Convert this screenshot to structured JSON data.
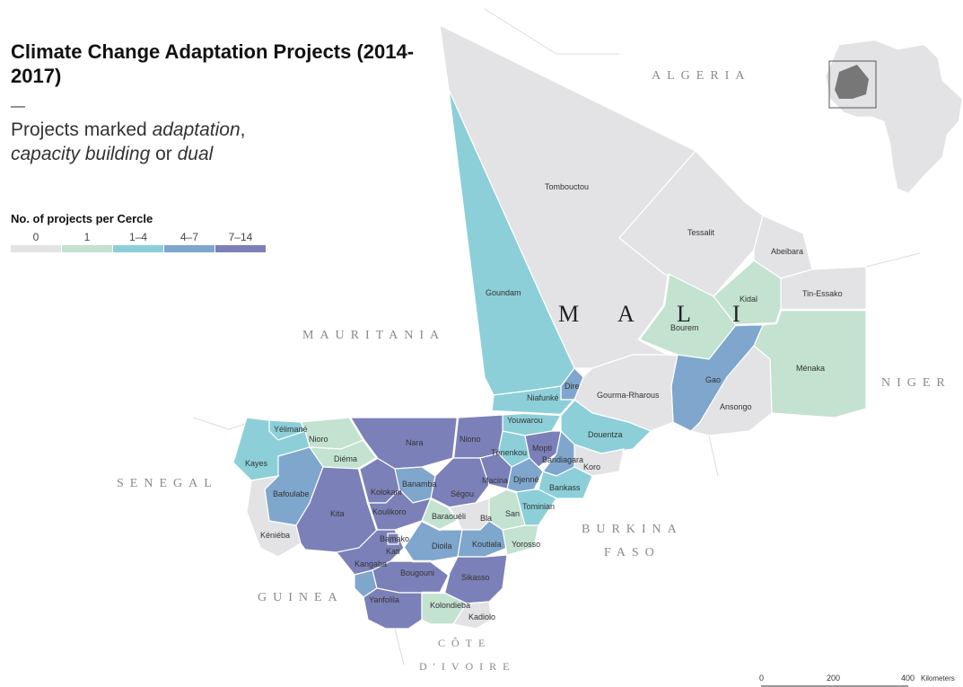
{
  "title": "Climate Change Adaptation Projects (2014-2017)",
  "title_dash": "—",
  "subtitle": {
    "line1_prefix": "Projects marked ",
    "line1_em": "adaptation",
    "line1_suffix": ",",
    "line2_em1": "capacity building",
    "line2_mid": " or ",
    "line2_em2": "dual"
  },
  "legend": {
    "title": "No. of projects per Cercle",
    "classes": [
      {
        "label": "0",
        "color": "#e3e3e5"
      },
      {
        "label": "1",
        "color": "#c3e2d0"
      },
      {
        "label": "1–4",
        "color": "#8ccfd8"
      },
      {
        "label": "4–7",
        "color": "#7fa6cc"
      },
      {
        "label": "7–14",
        "color": "#7c80b8"
      }
    ]
  },
  "countries": {
    "algeria": "ALGERIA",
    "mauritania": "MAURITANIA",
    "niger": "NIGER",
    "senegal": "SENEGAL",
    "burkina_1": "BURKINA",
    "burkina_2": "FASO",
    "guinea": "GUINEA",
    "cote_1": "CÔTE",
    "cote_2": "D'IVOIRE"
  },
  "mali_letters": [
    "M",
    "A",
    "L",
    "I"
  ],
  "cercles": [
    {
      "name": "Tombouctou",
      "class": 0
    },
    {
      "name": "Tessalit",
      "class": 0
    },
    {
      "name": "Abeibara",
      "class": 0
    },
    {
      "name": "Kidal",
      "class": 1
    },
    {
      "name": "Tin-Essako",
      "class": 0
    },
    {
      "name": "Goundam",
      "class": 2
    },
    {
      "name": "Bourem",
      "class": 1
    },
    {
      "name": "Ménaka",
      "class": 1
    },
    {
      "name": "Gao",
      "class": 3
    },
    {
      "name": "Ansongo",
      "class": 0
    },
    {
      "name": "Gourma-Rharous",
      "class": 0
    },
    {
      "name": "Dire",
      "class": 3
    },
    {
      "name": "Niafunké",
      "class": 2
    },
    {
      "name": "Youwarou",
      "class": 2
    },
    {
      "name": "Douentza",
      "class": 2
    },
    {
      "name": "Nara",
      "class": 4
    },
    {
      "name": "Niono",
      "class": 4
    },
    {
      "name": "Yélimané",
      "class": 2
    },
    {
      "name": "Nioro",
      "class": 1
    },
    {
      "name": "Diéma",
      "class": 1
    },
    {
      "name": "Kayes",
      "class": 2
    },
    {
      "name": "Ténenkou",
      "class": 2
    },
    {
      "name": "Mopti",
      "class": 4
    },
    {
      "name": "Bandiagara",
      "class": 3
    },
    {
      "name": "Koro",
      "class": 0
    },
    {
      "name": "Djenné",
      "class": 3
    },
    {
      "name": "Macina",
      "class": 4
    },
    {
      "name": "Ségou",
      "class": 4
    },
    {
      "name": "Bankass",
      "class": 2
    },
    {
      "name": "Banamba",
      "class": 3
    },
    {
      "name": "Kolokani",
      "class": 4
    },
    {
      "name": "Bafoulabe",
      "class": 3
    },
    {
      "name": "Kita",
      "class": 4
    },
    {
      "name": "Koulikoro",
      "class": 4
    },
    {
      "name": "Baraouéli",
      "class": 1
    },
    {
      "name": "Bla",
      "class": 0
    },
    {
      "name": "San",
      "class": 1
    },
    {
      "name": "Tominian",
      "class": 2
    },
    {
      "name": "Kéniéba",
      "class": 0
    },
    {
      "name": "Bamako",
      "class": 4
    },
    {
      "name": "Kati",
      "class": 4
    },
    {
      "name": "Dioila",
      "class": 3
    },
    {
      "name": "Koutiala",
      "class": 3
    },
    {
      "name": "Yorosso",
      "class": 1
    },
    {
      "name": "Kangaba",
      "class": 3
    },
    {
      "name": "Bougouni",
      "class": 4
    },
    {
      "name": "Sikasso",
      "class": 4
    },
    {
      "name": "Yanfolila",
      "class": 4
    },
    {
      "name": "Kolondieba",
      "class": 1
    },
    {
      "name": "Kadiolo",
      "class": 0
    }
  ],
  "scale": {
    "ticks": [
      "0",
      "200",
      "400"
    ],
    "unit": "Kilometers"
  }
}
